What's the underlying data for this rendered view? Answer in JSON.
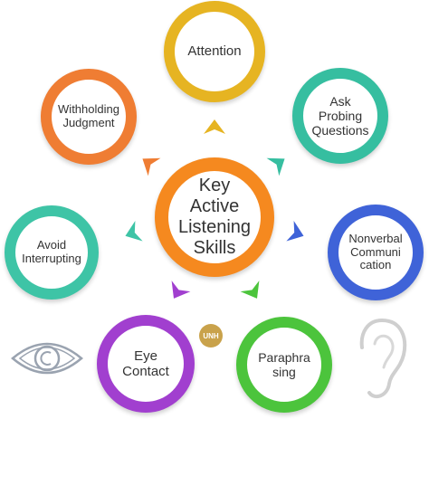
{
  "center": {
    "label": "Key\nActive\nListening\nSkills",
    "color": "#f5891f"
  },
  "skills": [
    {
      "id": "attention",
      "label": "Attention",
      "color": "#e6b422"
    },
    {
      "id": "ask-probing",
      "label": "Ask\nProbing\nQuestions",
      "color": "#36bea0"
    },
    {
      "id": "nonverbal",
      "label": "Nonverbal\nCommuni\ncation",
      "color": "#3f63d8"
    },
    {
      "id": "paraphrasing",
      "label": "Paraphra\nsing",
      "color": "#4cc43c"
    },
    {
      "id": "eye-contact",
      "label": "Eye\nContact",
      "color": "#a13fcf"
    },
    {
      "id": "avoid-interrupting",
      "label": "Avoid\nInterrupting",
      "color": "#3ec4a6"
    },
    {
      "id": "withholding-judgment",
      "label": "Withholding\nJudgment",
      "color": "#ef7d33"
    }
  ],
  "watermark": "UNH"
}
